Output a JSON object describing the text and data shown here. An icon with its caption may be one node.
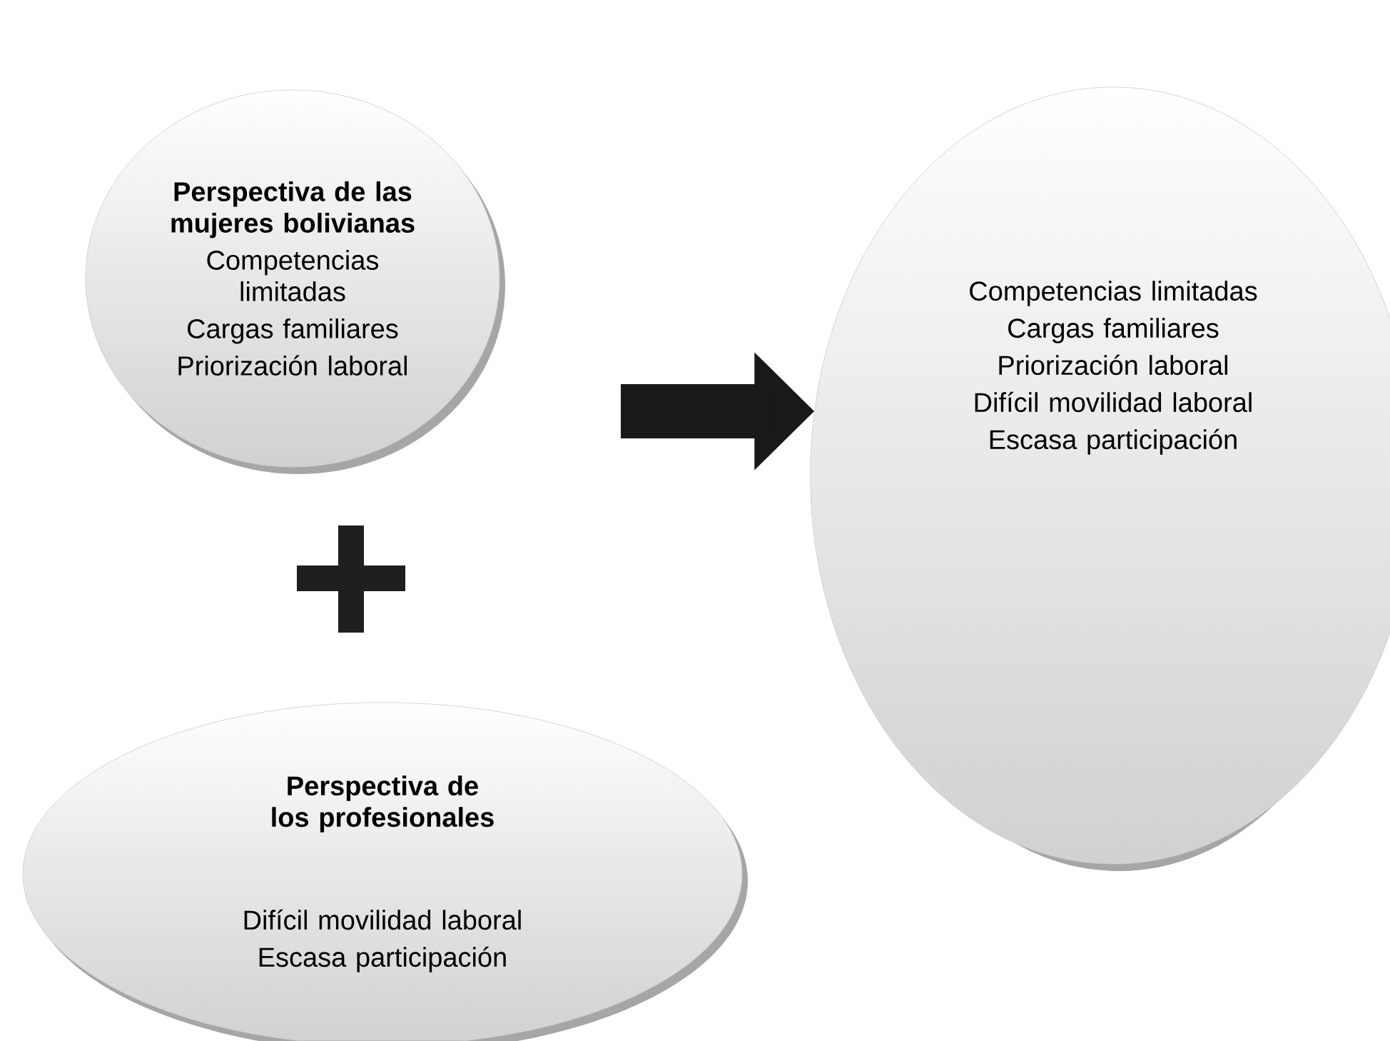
{
  "diagram": {
    "nodes": [
      {
        "text": [
          "Perspectiva de las mujeres bolivianas",
          "Competencias limitadas",
          "Cargas familiares",
          "Priorización laboral"
        ]
      },
      {
        "text": [
          "Perspectiva de los profesionales",
          "Difícil movilidad laboral",
          "Escasa participación"
        ]
      },
      {
        "text": [
          "Competencias limitadas",
          "Cargas familiares",
          "Priorización laboral",
          "Difícil movilidad laboral",
          "Escasa participación"
        ]
      }
    ],
    "edges": [
      {
        "from": null,
        "to": 2,
        "arrow": "to"
      }
    ]
  }
}
